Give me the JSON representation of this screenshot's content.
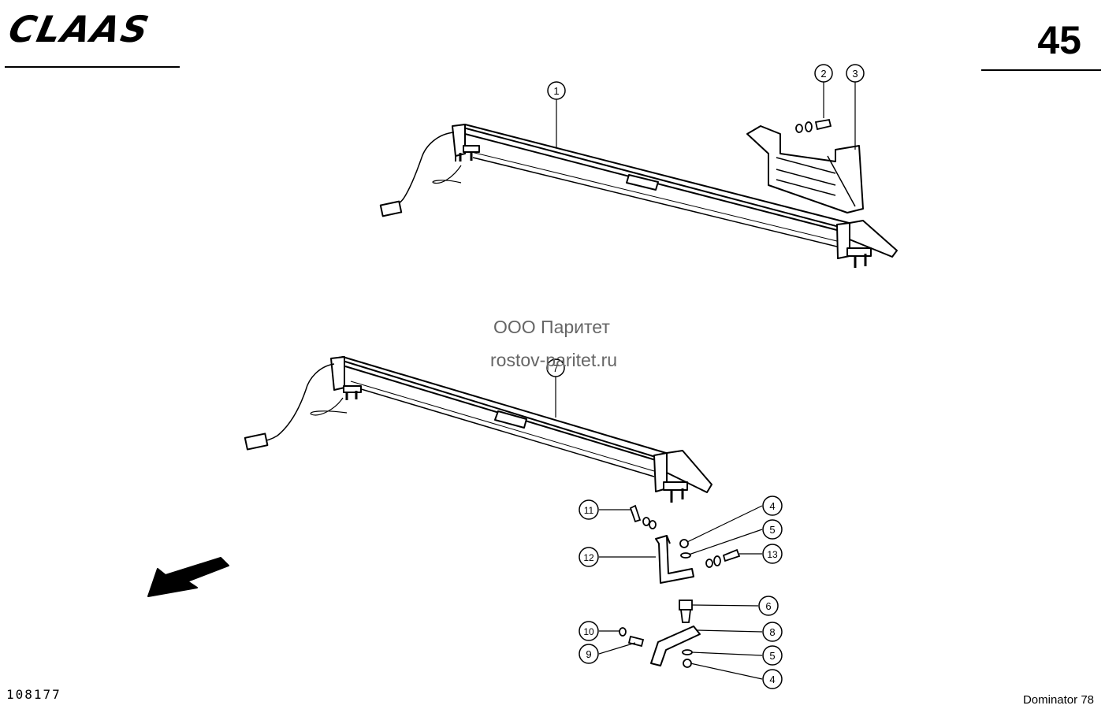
{
  "header": {
    "brand_logo": "CLAAS",
    "page_number": "45"
  },
  "footer": {
    "drawing_number": "108177",
    "model": "Dominator 78"
  },
  "watermark": {
    "line1": "ООО Паритет",
    "line2": "rostov-paritet.ru"
  },
  "callouts": [
    "1",
    "2",
    "3",
    "4",
    "5",
    "6",
    "7",
    "8",
    "9",
    "10",
    "11",
    "12",
    "13"
  ],
  "icons": {
    "direction": "direction-arrow-icon"
  }
}
